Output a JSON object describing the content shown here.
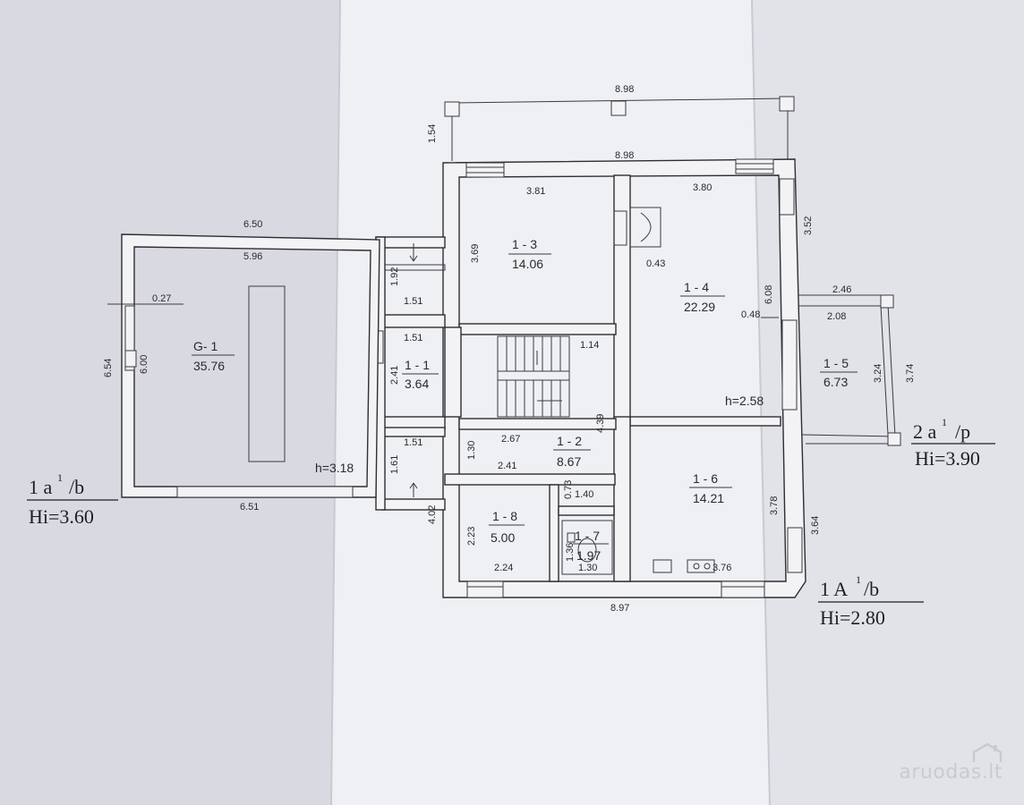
{
  "rooms": {
    "g1": {
      "code": "G- 1",
      "area": "35.76"
    },
    "r11": {
      "code": "1 - 1",
      "area": "3.64"
    },
    "r12": {
      "code": "1 - 2",
      "area": "8.67"
    },
    "r13": {
      "code": "1 - 3",
      "area": "14.06"
    },
    "r14": {
      "code": "1 - 4",
      "area": "22.29"
    },
    "r15": {
      "code": "1 - 5",
      "area": "6.73"
    },
    "r16": {
      "code": "1 - 6",
      "area": "14.21"
    },
    "r17": {
      "code": "1 - 7",
      "area": "1.97"
    },
    "r18": {
      "code": "1 - 8",
      "area": "5.00"
    }
  },
  "dims": {
    "top_porch": "8.98",
    "top_wall": "8.98",
    "porch_depth": "1.54",
    "r13_width": "3.81",
    "r14_width": "3.80",
    "r13_height": "3.69",
    "r14_right": "3.52",
    "wall_043": "0.43",
    "r14_height": "6.08",
    "wall_048": "0.48",
    "terrace_outer": "2.46",
    "terrace_inner": "2.08",
    "terrace_h1": "3.24",
    "terrace_h2": "3.74",
    "garage_outer": "6.50",
    "garage_inner": "5.96",
    "window_027": "0.27",
    "garage_h_outer": "6.54",
    "garage_h_inner": "6.00",
    "garage_bottom": "6.51",
    "entry_192": "1.92",
    "entry_151a": "1.51",
    "entry_151b": "1.51",
    "entry_151c": "1.51",
    "r11_h": "2.41",
    "hall_114": "1.14",
    "hall_439": "4.39",
    "r12_267": "2.67",
    "r12_241": "2.41",
    "r12_130": "1.30",
    "entry_161": "1.61",
    "left_402": "4.02",
    "wall_073": "0.73",
    "r17_140": "1.40",
    "r16_378": "3.78",
    "r16_364": "3.64",
    "r18_223": "2.23",
    "r18_224": "2.24",
    "r17_136": "1.36",
    "r17_130": "1.30",
    "r16_376": "3.76",
    "bottom_total": "8.97"
  },
  "heights": {
    "garage": "h=3.18",
    "r14": "h=2.58"
  },
  "stamps": {
    "left": {
      "top": "1 a",
      "sup": "1",
      "suffix": "/b",
      "bottom": "Hi=3.60"
    },
    "right_top": {
      "top": "2 a",
      "sup": "1",
      "suffix": "/p",
      "bottom": "Hi=3.90"
    },
    "right_bottom": {
      "top": "1 A",
      "sup": "1",
      "suffix": "/b",
      "bottom": "Hi=2.80"
    }
  },
  "watermark": "aruodas.lt"
}
